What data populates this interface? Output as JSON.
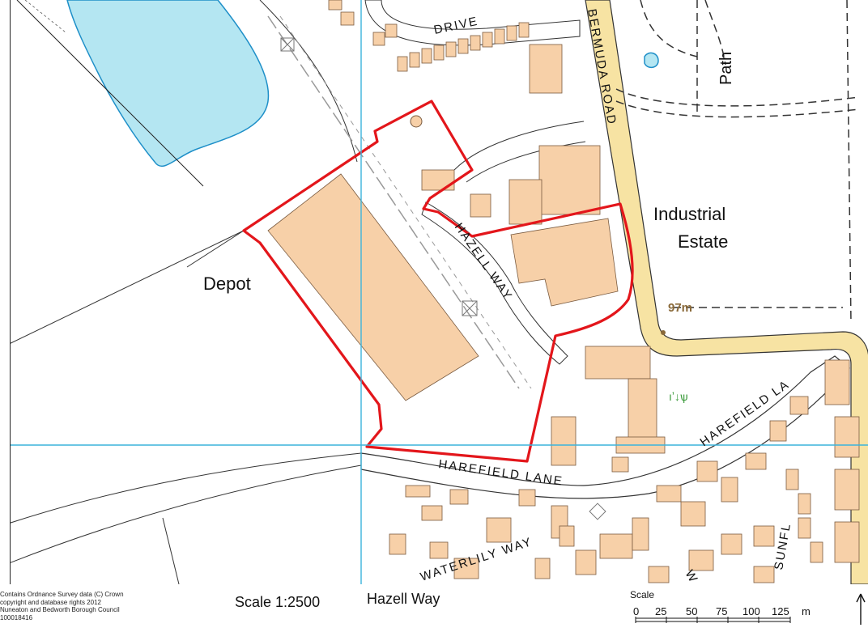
{
  "map": {
    "labels": {
      "depot": "Depot",
      "industrial": "Industrial",
      "estate": "Estate",
      "path": "Path",
      "spot_height": "97m"
    },
    "roads": {
      "drive": "DRIVE",
      "bermuda_road": "BERMUDA ROAD",
      "hazell_way": "HAZELL WAY",
      "harefield_lane_1": "HAREFIELD LANE",
      "harefield_lane_2": "HAREFIELD LA",
      "waterlily_way": "WATERLILY WAY",
      "sunfl": "SUNFL",
      "w": "W"
    },
    "colors": {
      "water": "#b4e6f2",
      "water_edge": "#1e8fc8",
      "building": "#f7d0a8",
      "building_edge": "#7a5b40",
      "site_boundary": "#e3161b",
      "gridline": "#3cb4dc",
      "main_road": "#f7e3a3"
    }
  },
  "footer": {
    "copyright": [
      "Contains Ordnance Survey data (C) Crown",
      "copyright and database rights 2012",
      "Nuneaton and Bedworth Borough Council",
      "100018416"
    ],
    "scale": "Scale 1:2500",
    "site_name": "Hazell Way",
    "scalebar": {
      "title": "Scale",
      "ticks": [
        "0",
        "25",
        "50",
        "75",
        "100",
        "125"
      ],
      "unit": "m"
    },
    "north_arrow": "north-arrow-icon"
  }
}
